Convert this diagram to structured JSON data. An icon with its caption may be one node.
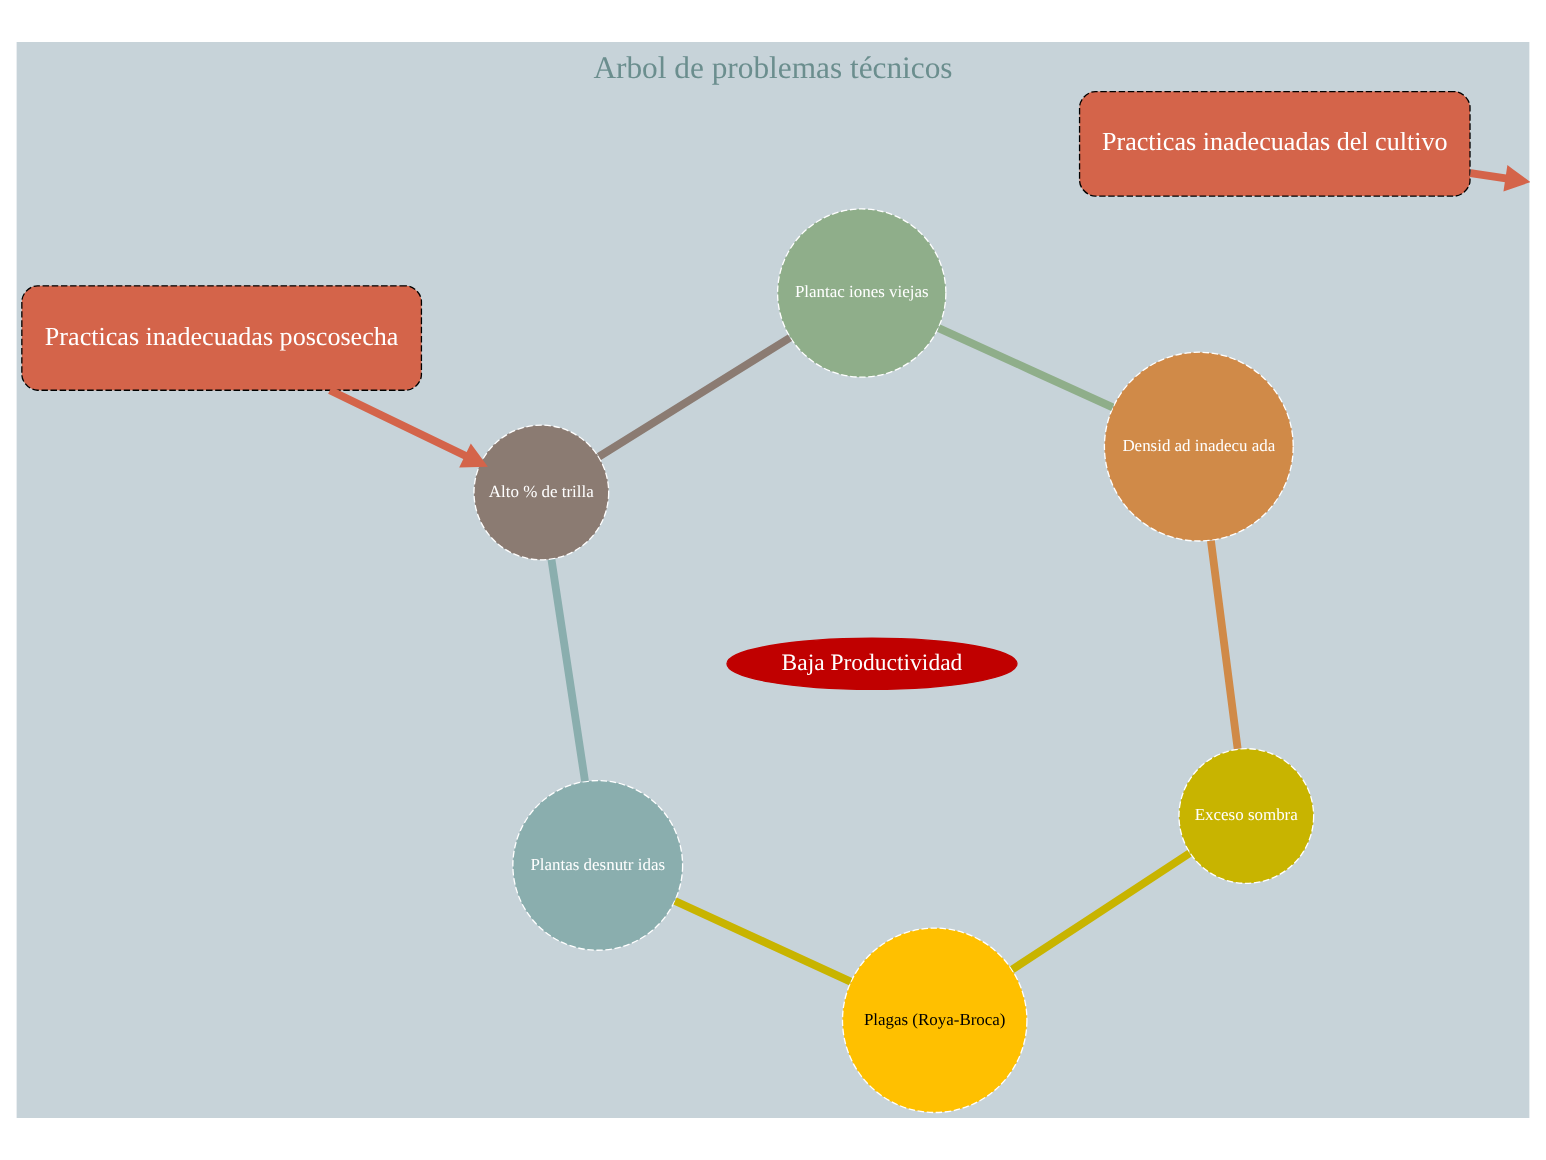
{
  "diagram": {
    "title": "Arbol de problemas técnicos",
    "nodes": [
      {
        "text": [
          "Practicas inadecuadas del cultivo"
        ]
      },
      {
        "text": [
          "Plagas (Roya-Broca)"
        ]
      },
      {
        "text": [
          "Exceso sombra"
        ]
      },
      {
        "text": [
          "Plantas desnutr idas"
        ]
      },
      {
        "text": [
          "Baja Productividad"
        ]
      },
      {
        "text": [
          "Practicas inadecuadas poscosecha"
        ]
      },
      {
        "text": [
          "Densid ad inadecu ada"
        ]
      },
      {
        "text": [
          "Alto % de trilla"
        ]
      },
      {
        "text": [
          "Plantac iones viejas"
        ]
      }
    ],
    "edges": [
      {
        "from": 0,
        "to": null,
        "arrow": "to"
      },
      {
        "from": 5,
        "to": 7,
        "arrow": "to"
      },
      {
        "from": 1,
        "to": 3,
        "arrow": "none",
        "color": "#c8b400"
      },
      {
        "from": 3,
        "to": 7,
        "arrow": "none",
        "color": "#8aaeae"
      },
      {
        "from": 7,
        "to": 8,
        "arrow": "none",
        "color": "#8b7b72"
      },
      {
        "from": 8,
        "to": 6,
        "arrow": "none",
        "color": "#8fae8a"
      },
      {
        "from": 6,
        "to": 2,
        "arrow": "none",
        "color": "#d08a48"
      },
      {
        "from": 2,
        "to": 1,
        "arrow": "none",
        "color": "#c8b400"
      }
    ]
  }
}
